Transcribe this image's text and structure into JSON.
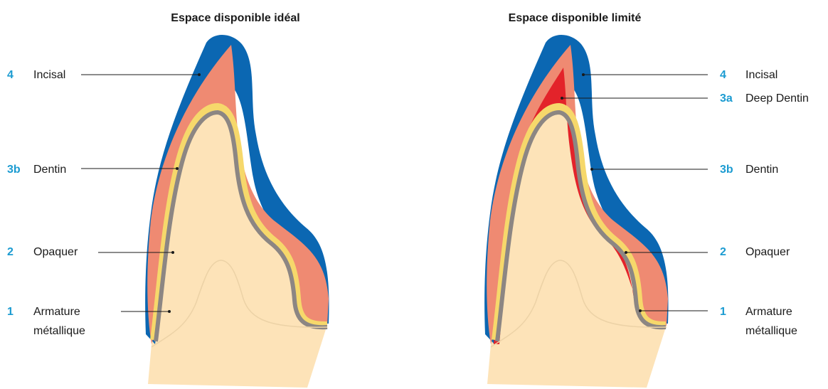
{
  "titles": {
    "left": "Espace disponible idéal",
    "right": "Espace disponible limité"
  },
  "left_labels": [
    {
      "num": "4",
      "text": "Incisal"
    },
    {
      "num": "3b",
      "text": "Dentin"
    },
    {
      "num": "2",
      "text": "Opaquer"
    },
    {
      "num": "1",
      "text_line1": "Armature",
      "text_line2": "métallique"
    }
  ],
  "right_labels": [
    {
      "num": "4",
      "text": "Incisal"
    },
    {
      "num": "3a",
      "text": "Deep Dentin"
    },
    {
      "num": "3b",
      "text": "Dentin"
    },
    {
      "num": "2",
      "text": "Opaquer"
    },
    {
      "num": "1",
      "text_line1": "Armature",
      "text_line2": "métallique"
    }
  ],
  "colors": {
    "incisal": "#0b67b2",
    "dentin": "#ef8a72",
    "deep_dentin": "#e3232a",
    "opaquer": "#f6d86b",
    "metal": "#8c8683",
    "root": "#fde3b8",
    "root_outline": "#ecd2a6",
    "number": "#1b9bd1",
    "text": "#1a1a1a"
  }
}
